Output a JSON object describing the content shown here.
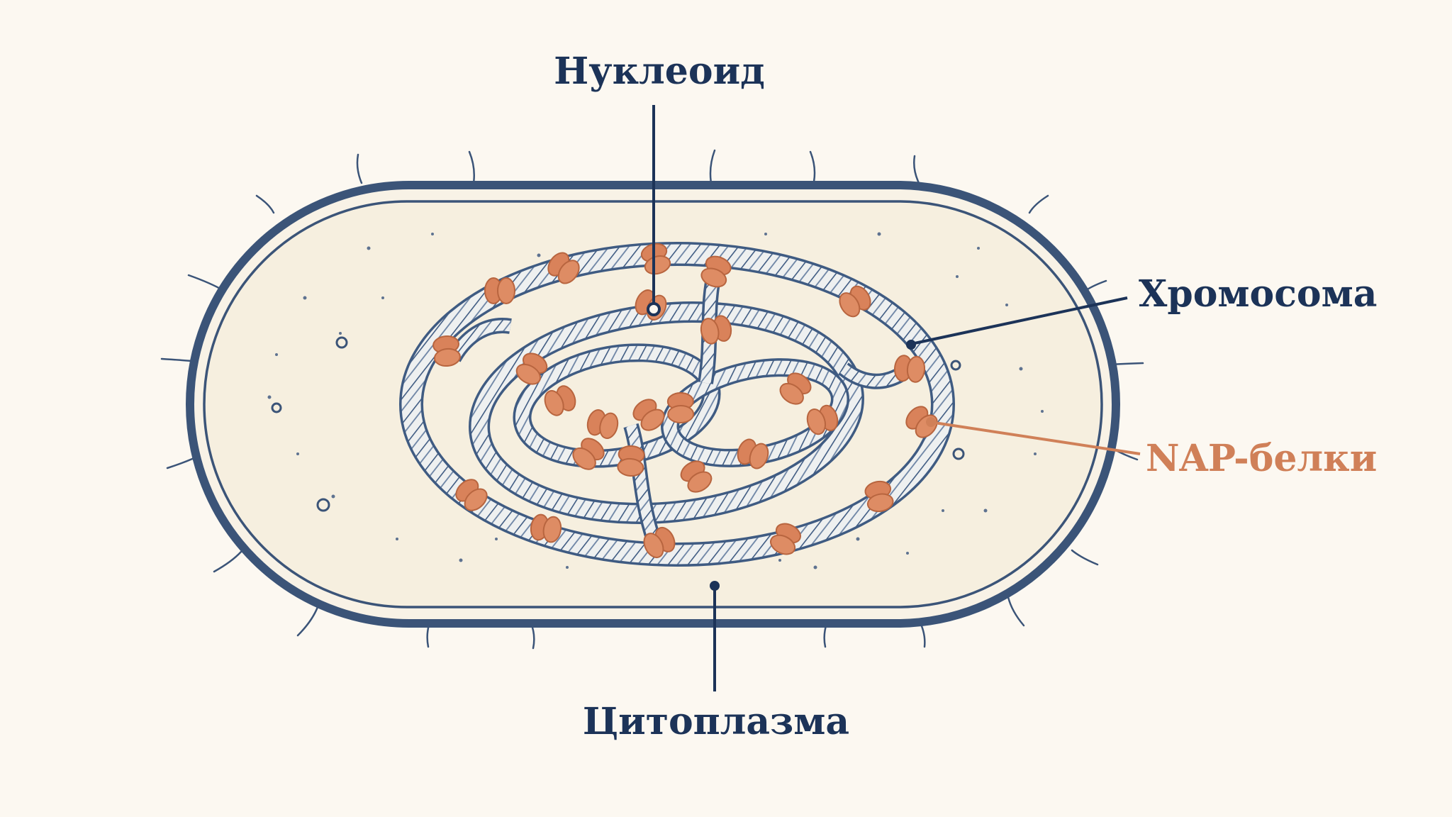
{
  "labels": {
    "nucleoid": "Нуклеоид",
    "chromosome": "Хромосома",
    "nap_proteins": "NAP-белки",
    "cytoplasm": "Цитоплазма"
  },
  "colors": {
    "background": "#fcf8f1",
    "membrane": "#3b5478",
    "cytoplasm": "#f7f0e1",
    "dna": "#3f5b82",
    "nap": "#d9825a",
    "label_dark": "#1c3358",
    "label_accent": "#d08058"
  }
}
